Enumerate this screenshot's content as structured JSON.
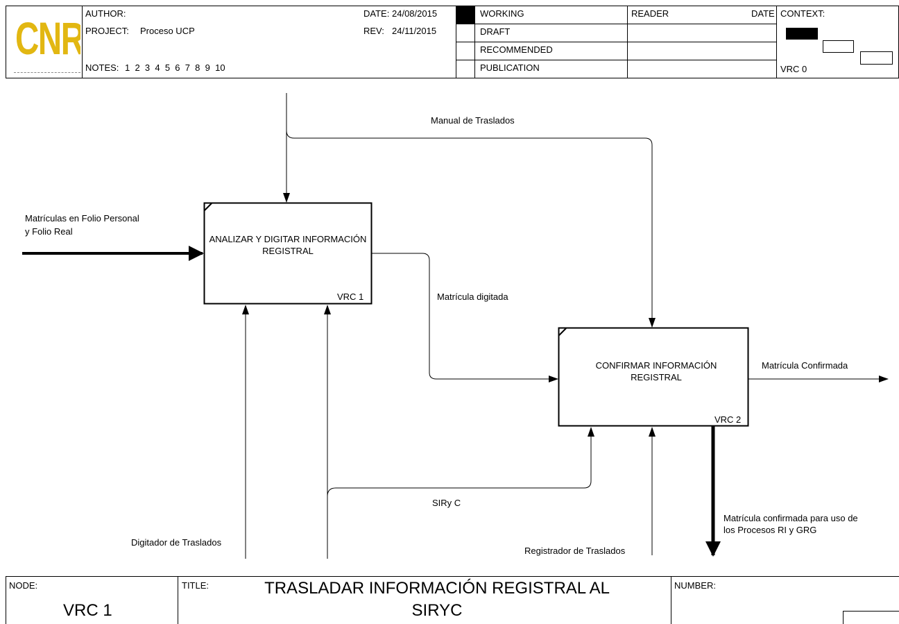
{
  "header": {
    "logo_text": "CNR",
    "author_label": "AUTHOR:",
    "project_label": "PROJECT:",
    "project_value": "Proceso UCP",
    "notes_label": "NOTES:",
    "notes_numbers": "1  2  3  4  5  6  7  8  9  10",
    "date_label": "DATE:",
    "date_value": "24/08/2015",
    "rev_label": "REV:",
    "rev_value": "24/11/2015",
    "status": [
      "WORKING",
      "DRAFT",
      "RECOMMENDED",
      "PUBLICATION"
    ],
    "reader_label": "READER",
    "reader_date_label": "DATE",
    "context_label": "CONTEXT:",
    "context_node": "VRC 0"
  },
  "diagram": {
    "activities": [
      {
        "name": "ANALIZAR Y DIGITAR INFORMACIÓN REGISTRAL",
        "id": "VRC 1"
      },
      {
        "name": "CONFIRMAR INFORMACIÓN REGISTRAL",
        "id": "VRC 2"
      }
    ],
    "arrows": {
      "control_manual": "Manual de Traslados",
      "input_matriculas_line1": "Matrículas en Folio Personal",
      "input_matriculas_line2": "y  Folio Real",
      "matricula_digitada": "Matrícula digitada",
      "matricula_confirmada": "Matrícula  Confirmada",
      "output_procesos_line1": "Matrícula confirmada para uso de",
      "output_procesos_line2": "los Procesos RI y  GRG",
      "mechanism_siryc": "SIRy C",
      "mechanism_digitador": "Digitador de Traslados",
      "mechanism_registrador": "Registrador de Traslados"
    }
  },
  "footer": {
    "node_label": "NODE:",
    "node_value": "VRC 1",
    "title_label": "TITLE:",
    "title_line1": "TRASLADAR  INFORMACIÓN REGISTRAL AL",
    "title_line2": "SIRYC",
    "number_label": "NUMBER:"
  }
}
